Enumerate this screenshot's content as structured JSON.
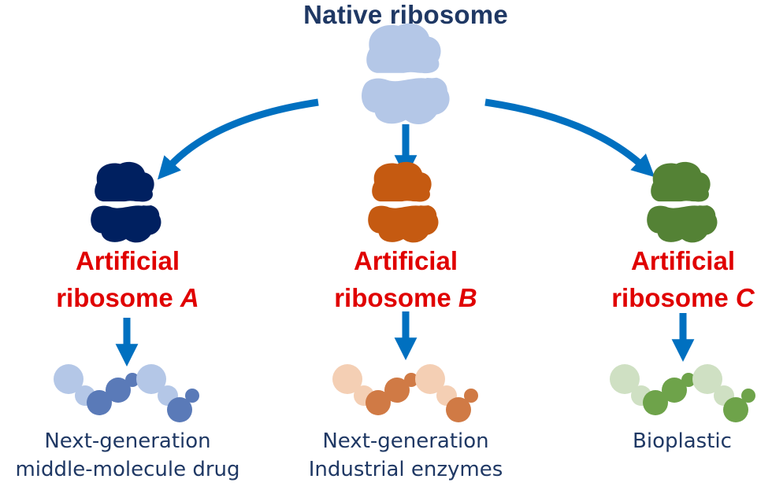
{
  "native": {
    "title": "Native ribosome",
    "title_color": "#1f3864",
    "color": "#b4c7e7"
  },
  "artificial": [
    {
      "line1": "Artificial",
      "line2_prefix": "ribosome ",
      "letter": "A",
      "ribosome_color": "#002060",
      "beads_light": "#b4c7e7",
      "beads_dark": "#5a7ab8",
      "product_line1": "Next-generation",
      "product_line2": "middle-molecule drug"
    },
    {
      "line1": "Artificial",
      "line2_prefix": "ribosome ",
      "letter": "B",
      "ribosome_color": "#c55a11",
      "beads_light": "#f4cfb4",
      "beads_dark": "#d07a45",
      "product_line1": "Next-generation",
      "product_line2": "Industrial enzymes"
    },
    {
      "line1": "Artificial",
      "line2_prefix": "ribosome ",
      "letter": "C",
      "ribosome_color": "#548235",
      "beads_light": "#cfe0c3",
      "beads_dark": "#6ea34a",
      "product_line1": "Bioplastic",
      "product_line2": ""
    }
  ],
  "colors": {
    "arrow": "#0070c0",
    "label": "#e00000",
    "product_text": "#1f3864"
  },
  "icons": {
    "ribosome": "ribosome-icon",
    "protein": "protein-chain-icon"
  }
}
